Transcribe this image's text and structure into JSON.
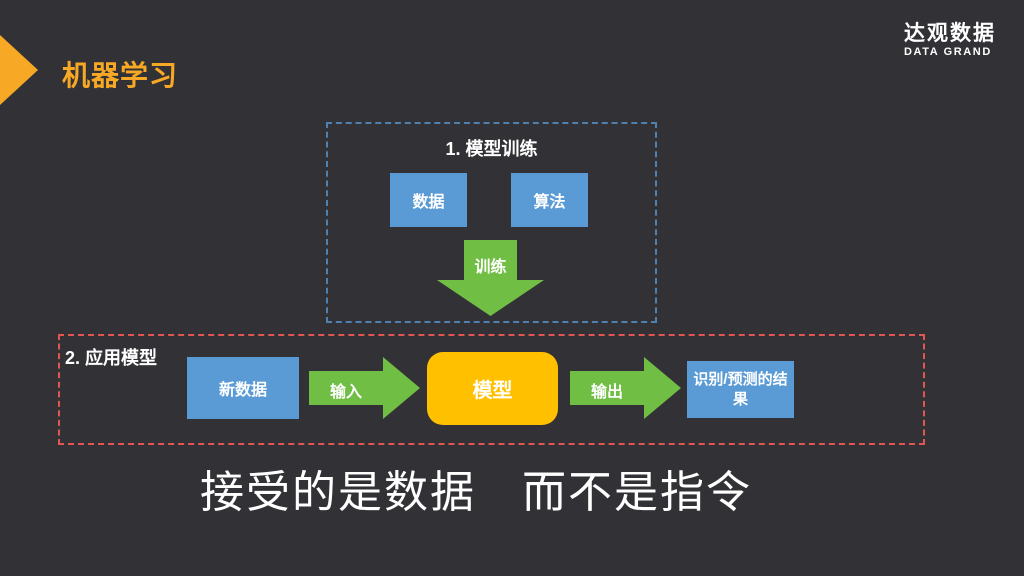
{
  "header": {
    "title": "机器学习",
    "logo_cn": "达观数据",
    "logo_en": "DATA GRAND"
  },
  "diagram": {
    "training": {
      "label": "1. 模型训练",
      "data_box": "数据",
      "algorithm_box": "算法",
      "arrow_label": "训练"
    },
    "apply": {
      "label": "2. 应用模型",
      "new_data_box": "新数据",
      "input_arrow_label": "输入",
      "model_box": "模型",
      "output_arrow_label": "输出",
      "result_box": "识别/预测的结果"
    }
  },
  "caption": {
    "text": "接受的是数据　而不是指令"
  },
  "colors": {
    "background": "#323236",
    "accent_orange": "#F7A824",
    "node_blue": "#5B9BD5",
    "arrow_green": "#71BE44",
    "model_yellow": "#FFC000",
    "training_frame_blue": "#4E80B0",
    "apply_frame_red": "#E25553",
    "text_white": "#FFFFFF"
  }
}
